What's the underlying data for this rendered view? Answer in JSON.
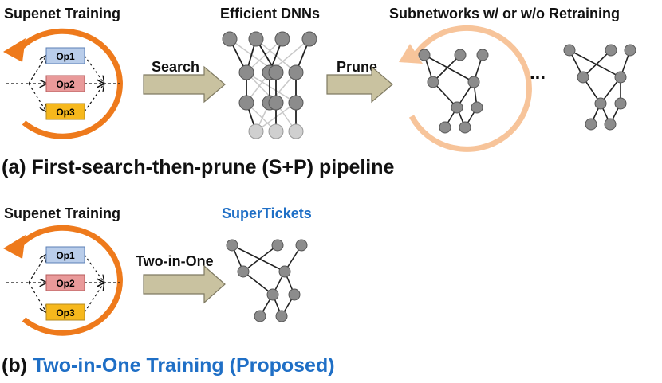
{
  "section_a": {
    "supernet_label": "Supenet Training",
    "efficient_label": "Efficient DNNs",
    "subnetworks_label": "Subnetworks w/ or w/o Retraining",
    "search_label": "Search",
    "prune_label": "Prune",
    "ellipsis": "...",
    "caption": "(a) First-search-then-prune (S+P) pipeline",
    "ops": [
      "Op1",
      "Op2",
      "Op3"
    ]
  },
  "section_b": {
    "supernet_label": "Supenet Training",
    "supertickets_label": "SuperTickets",
    "two_in_one_label": "Two-in-One",
    "caption_prefix": "(b) ",
    "caption_main": "Two-in-One Training (Proposed)",
    "ops": [
      "Op1",
      "Op2",
      "Op3"
    ]
  },
  "colors": {
    "orange": "#ee7a1c",
    "light_orange": "#f7c49a",
    "op1": "#b9cdea",
    "op2": "#e99a9a",
    "op3": "#f6b81d",
    "node": "#8c8c8c",
    "arrow_fill": "#c9c2a0",
    "blue_text": "#1f6fc6"
  }
}
